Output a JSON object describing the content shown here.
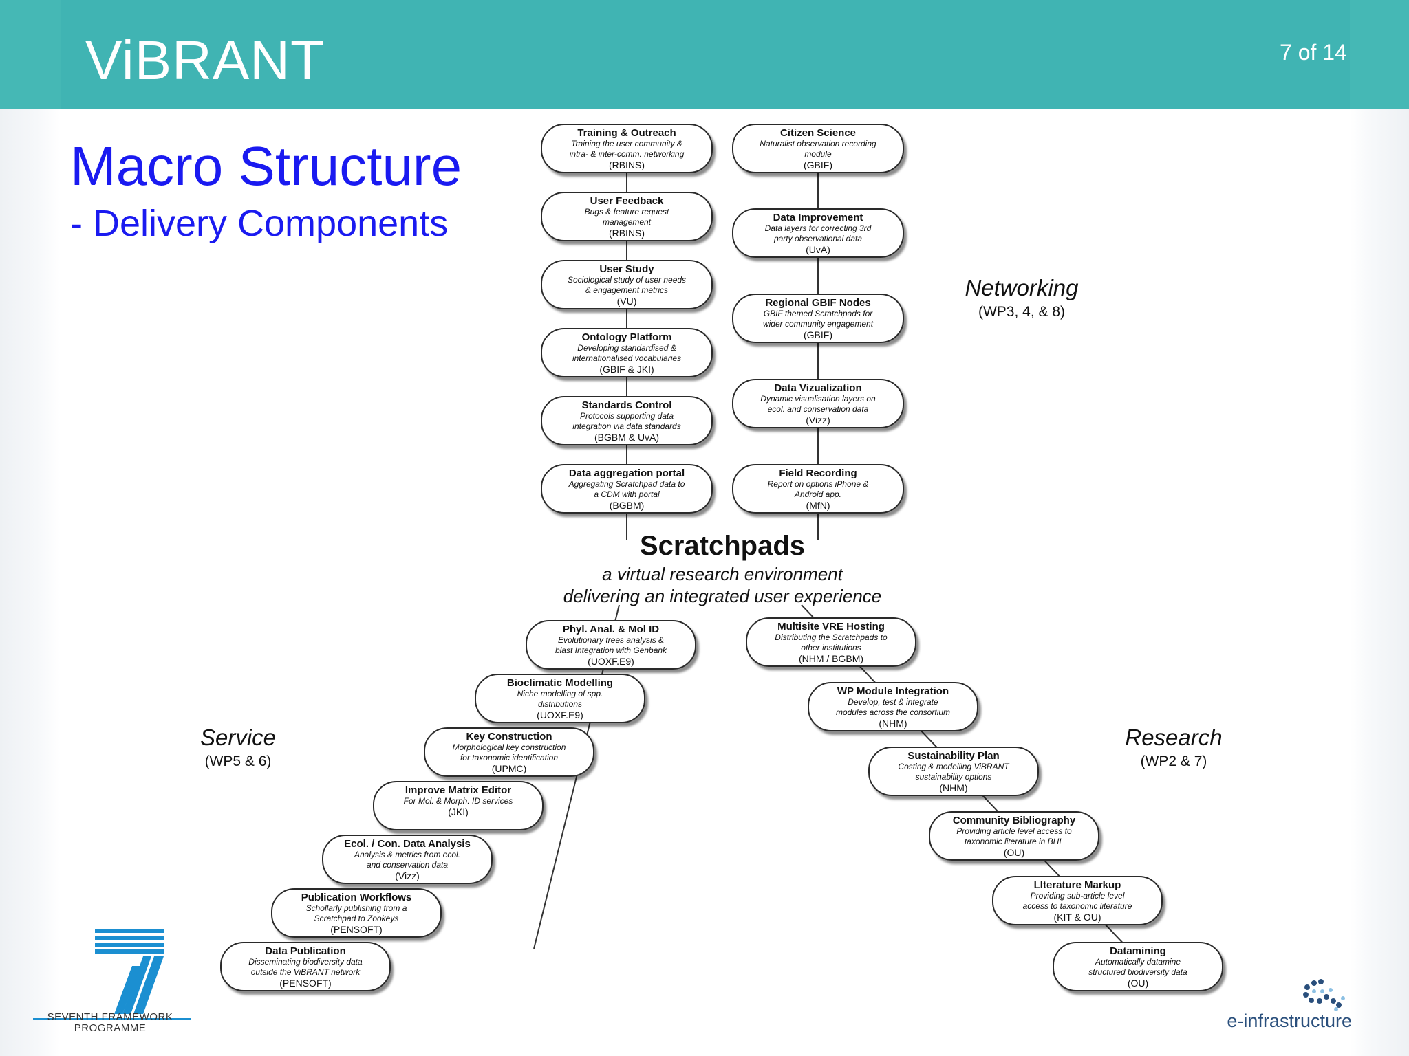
{
  "header": {
    "brand": "ViBRANT",
    "page": "7 of 14"
  },
  "title": "Macro Structure",
  "subtitle": "- Delivery Components",
  "groups": {
    "networking": {
      "title": "Networking",
      "sub": "(WP3, 4, & 8)"
    },
    "service": {
      "title": "Service",
      "sub": "(WP5 & 6)"
    },
    "research": {
      "title": "Research",
      "sub": "(WP2 & 7)"
    }
  },
  "center": {
    "title": "Scratchpads",
    "line1": "a virtual research environment",
    "line2": "delivering an integrated user experience"
  },
  "nodes": {
    "training": {
      "title": "Training & Outreach",
      "desc": [
        "Training the user community &",
        "intra- & inter-comm. networking"
      ],
      "partner": "(RBINS)"
    },
    "feedback": {
      "title": "User Feedback",
      "desc": [
        "Bugs & feature request",
        "management"
      ],
      "partner": "(RBINS)"
    },
    "userstudy": {
      "title": "User Study",
      "desc": [
        "Sociological study of user needs",
        "& engagement metrics"
      ],
      "partner": "(VU)"
    },
    "ontology": {
      "title": "Ontology Platform",
      "desc": [
        "Developing standardised  &",
        "internationalised vocabularies"
      ],
      "partner": "(GBIF & JKI)"
    },
    "standards": {
      "title": "Standards Control",
      "desc": [
        "Protocols supporting data",
        "integration via data standards"
      ],
      "partner": "(BGBM & UvA)"
    },
    "aggregation": {
      "title": "Data aggregation portal",
      "desc": [
        "Aggregating Scratchpad data to",
        "a CDM with portal"
      ],
      "partner": "(BGBM)"
    },
    "citizen": {
      "title": "Citizen Science",
      "desc": [
        "Naturalist observation recording",
        "module"
      ],
      "partner": "(GBIF)"
    },
    "improvement": {
      "title": "Data Improvement",
      "desc": [
        "Data layers for correcting 3rd",
        "party observational data"
      ],
      "partner": "(UvA)"
    },
    "regional": {
      "title": "Regional GBIF Nodes",
      "desc": [
        "GBIF themed Scratchpads for",
        "wider community engagement"
      ],
      "partner": "(GBIF)"
    },
    "visualization": {
      "title": "Data Vizualization",
      "desc": [
        "Dynamic visualisation layers on",
        "ecol. and conservation data"
      ],
      "partner": "(Vizz)"
    },
    "field": {
      "title": "Field Recording",
      "desc": [
        "Report on options iPhone &",
        "Android app."
      ],
      "partner": "(MfN)"
    },
    "phyl": {
      "title": "Phyl. Anal. & Mol ID",
      "desc": [
        "Evolutionary trees analysis &",
        "blast Integration with Genbank"
      ],
      "partner": "(UOXF.E9)"
    },
    "bioclim": {
      "title": "Bioclimatic Modelling",
      "desc": [
        "Niche modelling of spp.",
        "distributions"
      ],
      "partner": "(UOXF.E9)"
    },
    "keycon": {
      "title": "Key Construction",
      "desc": [
        "Morphological key construction",
        "for taxonomic identification"
      ],
      "partner": "(UPMC)"
    },
    "matrix": {
      "title": "Improve Matrix Editor",
      "desc": [
        "For Mol. & Morph. ID services"
      ],
      "partner": "(JKI)"
    },
    "ecol": {
      "title": "Ecol. / Con. Data Analysis",
      "desc": [
        "Analysis & metrics from ecol.",
        "and conservation data"
      ],
      "partner": "(Vizz)"
    },
    "pubwork": {
      "title": "Publication Workflows",
      "desc": [
        "Schollarly publishing from a",
        "Scratchpad to Zookeys"
      ],
      "partner": "(PENSOFT)"
    },
    "datapub": {
      "title": "Data Publication",
      "desc": [
        "Disseminating biodiversity data",
        "outside the ViBRANT network"
      ],
      "partner": "(PENSOFT)"
    },
    "multisite": {
      "title": "Multisite VRE Hosting",
      "desc": [
        "Distributing the Scratchpads to",
        "other institutions"
      ],
      "partner": "(NHM / BGBM)"
    },
    "wpmodule": {
      "title": "WP Module Integration",
      "desc": [
        "Develop, test & integrate",
        "modules across the consortium"
      ],
      "partner": "(NHM)"
    },
    "sustain": {
      "title": "Sustainability Plan",
      "desc": [
        "Costing & modelling ViBRANT",
        "sustainability options"
      ],
      "partner": "(NHM)"
    },
    "biblio": {
      "title": "Community Bibliography",
      "desc": [
        "Providing article level access to",
        "taxonomic literature in BHL"
      ],
      "partner": "(OU)"
    },
    "litmark": {
      "title": "LIterature Markup",
      "desc": [
        "Providing sub-article level",
        "access to taxonomic literature"
      ],
      "partner": "(KIT & OU)"
    },
    "datamining": {
      "title": "Datamining",
      "desc": [
        "Automatically datamine",
        "structured biodiversity data"
      ],
      "partner": "(OU)"
    }
  },
  "logos": {
    "fp7": [
      "SEVENTH FRAMEWORK",
      "PROGRAMME"
    ],
    "einfra": "e-infrastructure",
    "fp7_color": "#1b8fd1",
    "einfra_color": "#2a4f7c"
  },
  "colors": {
    "header": "#40b4b3",
    "title": "#1a1af0"
  }
}
